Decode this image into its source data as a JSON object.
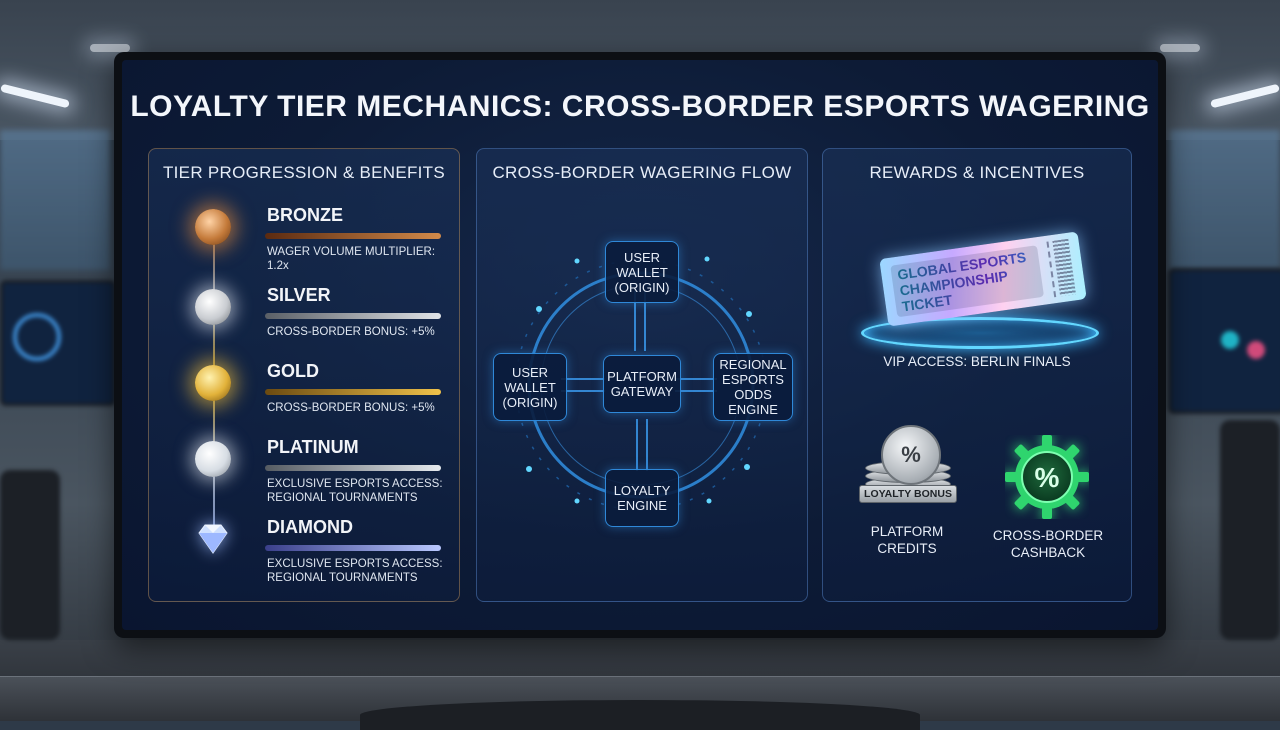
{
  "title": "LOYALTY TIER MECHANICS: CROSS-BORDER ESPORTS WAGERING",
  "tiers_panel": {
    "title": "TIER PROGRESSION & BENEFITS",
    "tiers": [
      {
        "name": "BRONZE",
        "benefit": "WAGER VOLUME MULTIPLIER: 1.2x",
        "color": "#c47a3a"
      },
      {
        "name": "SILVER",
        "benefit": "CROSS-BORDER BONUS: +5%",
        "color": "#c9ccd1"
      },
      {
        "name": "GOLD",
        "benefit": "CROSS-BORDER BONUS: +5%",
        "color": "#e2b23a"
      },
      {
        "name": "PLATINUM",
        "benefit": "EXCLUSIVE ESPORTS ACCESS: REGIONAL TOURNAMENTS",
        "color": "#d7dde4"
      },
      {
        "name": "DIAMOND",
        "benefit": "EXCLUSIVE ESPORTS ACCESS: REGIONAL TOURNAMENTS",
        "color": "#9db8ff"
      }
    ]
  },
  "flow_panel": {
    "title": "CROSS-BORDER WAGERING FLOW",
    "nodes": {
      "top": "USER WALLET (ORIGIN)",
      "left": "USER WALLET (ORIGIN)",
      "center": "PLATFORM GATEWAY",
      "right": "REGIONAL ESPORTS ODDS ENGINE",
      "bottom": "LOYALTY ENGINE"
    }
  },
  "rewards_panel": {
    "title": "REWARDS & INCENTIVES",
    "ticket_text": "GLOBAL ESPORTS CHAMPIONSHIP TICKET",
    "ticket_caption": "VIP ACCESS: BERLIN FINALS",
    "coin_symbol": "%",
    "coin_label": "LOYALTY BONUS",
    "coin_caption": "PLATFORM CREDITS",
    "gear_symbol": "%",
    "gear_caption": "CROSS-BORDER CASHBACK"
  },
  "colors": {
    "screen_bg": "#0d1b36",
    "accent_blue": "#2f88d8",
    "cyan_glow": "#62d7ff",
    "green_glow": "#36e07a"
  }
}
